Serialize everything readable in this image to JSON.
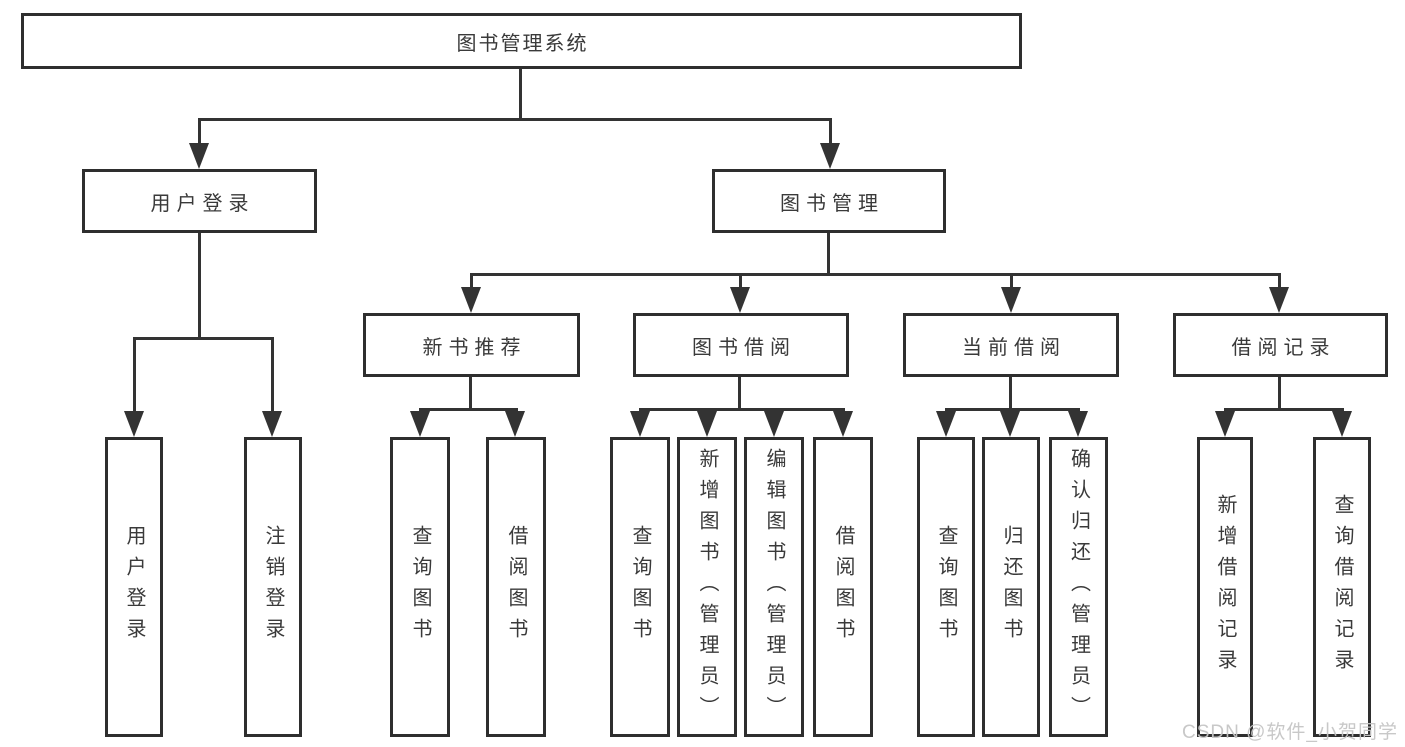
{
  "diagram": {
    "root": {
      "label": "图书管理系统"
    },
    "branches": [
      {
        "label": "用户登录",
        "leaves": [
          {
            "label": "用户登录"
          },
          {
            "label": "注销登录"
          }
        ]
      },
      {
        "label": "图书管理",
        "groups": [
          {
            "label": "新书推荐",
            "leaves": [
              {
                "label": "查询图书"
              },
              {
                "label": "借阅图书"
              }
            ]
          },
          {
            "label": "图书借阅",
            "leaves": [
              {
                "label": "查询图书"
              },
              {
                "label": "新增图书（管理员）"
              },
              {
                "label": "编辑图书（管理员）"
              },
              {
                "label": "借阅图书"
              }
            ]
          },
          {
            "label": "当前借阅",
            "leaves": [
              {
                "label": "查询图书"
              },
              {
                "label": "归还图书"
              },
              {
                "label": "确认归还（管理员）"
              }
            ]
          },
          {
            "label": "借阅记录",
            "leaves": [
              {
                "label": "新增借阅记录"
              },
              {
                "label": "查询借阅记录"
              }
            ]
          }
        ]
      }
    ]
  },
  "watermark": {
    "text": "CSDN @软件_小贺同学"
  },
  "colors": {
    "line": "#333333",
    "border": "#2e2e2e",
    "text": "#3a3a3a",
    "background": "#ffffff",
    "watermark": "#c5c5c5"
  }
}
